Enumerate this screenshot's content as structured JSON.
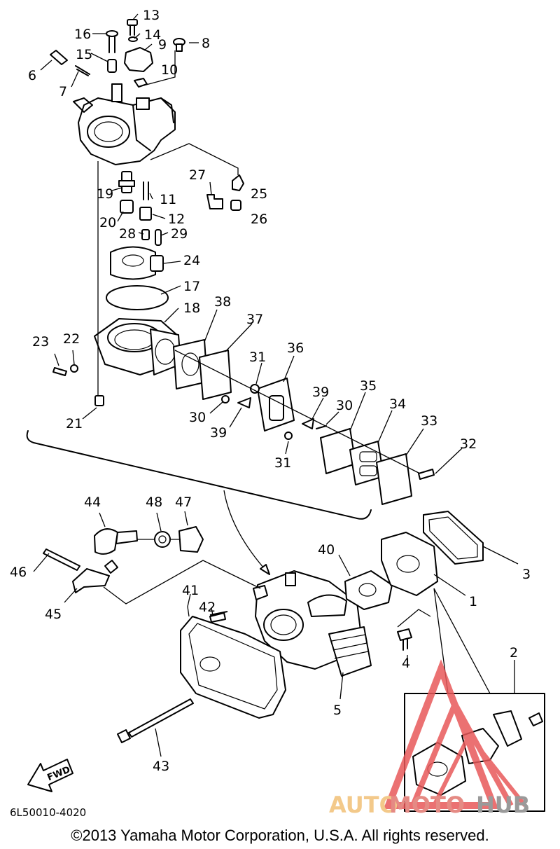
{
  "diagram": {
    "parts": [
      {
        "num": "1"
      },
      {
        "num": "2"
      },
      {
        "num": "3"
      },
      {
        "num": "4"
      },
      {
        "num": "5"
      },
      {
        "num": "6"
      },
      {
        "num": "7"
      },
      {
        "num": "8"
      },
      {
        "num": "9"
      },
      {
        "num": "10"
      },
      {
        "num": "11"
      },
      {
        "num": "12"
      },
      {
        "num": "13"
      },
      {
        "num": "14"
      },
      {
        "num": "15"
      },
      {
        "num": "16"
      },
      {
        "num": "17"
      },
      {
        "num": "18"
      },
      {
        "num": "19"
      },
      {
        "num": "20"
      },
      {
        "num": "21"
      },
      {
        "num": "22"
      },
      {
        "num": "23"
      },
      {
        "num": "24"
      },
      {
        "num": "25"
      },
      {
        "num": "26"
      },
      {
        "num": "27"
      },
      {
        "num": "28"
      },
      {
        "num": "29"
      },
      {
        "num": "30"
      },
      {
        "num": "30"
      },
      {
        "num": "31"
      },
      {
        "num": "31"
      },
      {
        "num": "32"
      },
      {
        "num": "33"
      },
      {
        "num": "34"
      },
      {
        "num": "35"
      },
      {
        "num": "36"
      },
      {
        "num": "37"
      },
      {
        "num": "38"
      },
      {
        "num": "39"
      },
      {
        "num": "39"
      },
      {
        "num": "40"
      },
      {
        "num": "41"
      },
      {
        "num": "42"
      },
      {
        "num": "43"
      },
      {
        "num": "44"
      },
      {
        "num": "45"
      },
      {
        "num": "46"
      },
      {
        "num": "47"
      },
      {
        "num": "48"
      }
    ],
    "fwd_label": "FWD",
    "diagram_code": "6L50010-4020"
  },
  "watermark": {
    "part1": "AUTO",
    "part2": "MOTO",
    "part3": "HUB",
    "colors": {
      "auto": "#f3c98a",
      "moto": "#e58a84",
      "hub": "#9a9a9a",
      "logo": "#e8595a"
    }
  },
  "footer": {
    "copyright": "©2013 Yamaha Motor Corporation, U.S.A. All rights reserved."
  }
}
